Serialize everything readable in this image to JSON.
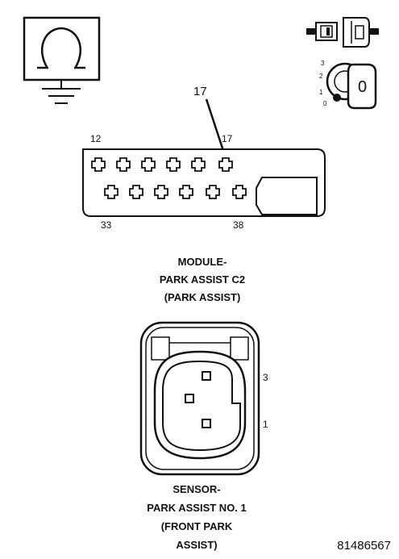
{
  "module_connector": {
    "callout": "17",
    "pin_labels": {
      "top_left": "12",
      "top_right": "17",
      "bottom_left": "33",
      "bottom_right": "38"
    },
    "caption": [
      "MODULE-",
      "PARK ASSIST C2",
      "(PARK ASSIST)"
    ]
  },
  "sensor_connector": {
    "pin_labels": {
      "upper": "3",
      "lower": "1"
    },
    "caption": [
      "SENSOR-",
      "PARK ASSIST NO. 1",
      "(FRONT PARK",
      "ASSIST)"
    ]
  },
  "ignition": {
    "positions": [
      "3",
      "2",
      "1",
      "0"
    ],
    "key_label": "0"
  },
  "icons": [
    "ohmmeter-ground-icon",
    "connector-disconnect-icon",
    "ignition-switch-icon"
  ],
  "figure_number": "81486567"
}
